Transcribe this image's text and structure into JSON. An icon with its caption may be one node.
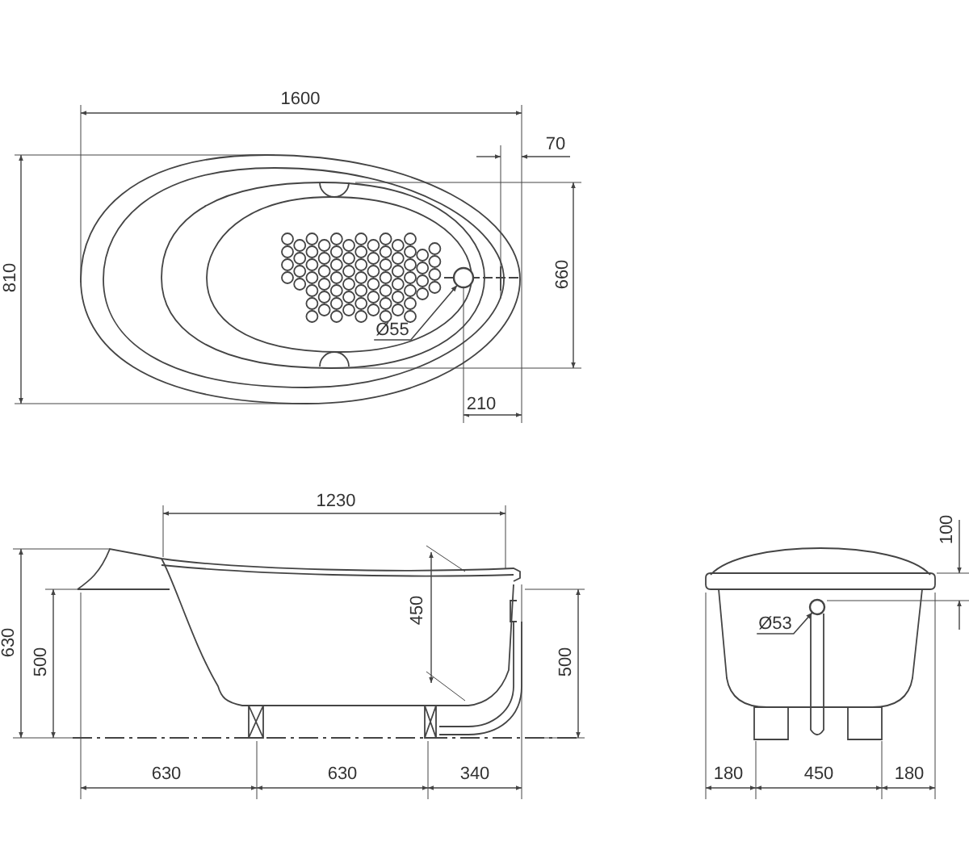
{
  "diagram": {
    "nodes": [
      {
        "text": [
          "Ø55"
        ]
      },
      {
        "text": [],
        "shape": "circle"
      },
      {
        "text": [
          "Ø53"
        ]
      },
      {
        "text": [],
        "shape": "circle"
      }
    ],
    "edges": [
      {
        "from": 0,
        "to": 1,
        "arrow": "to"
      },
      {
        "from": 2,
        "to": 3,
        "arrow": "to"
      }
    ],
    "labels": [
      "1600",
      "70",
      "810",
      "660",
      "210",
      "1230",
      "100",
      "630",
      "500",
      "450",
      "500",
      "630",
      "630",
      "340",
      "180",
      "450",
      "180"
    ]
  }
}
